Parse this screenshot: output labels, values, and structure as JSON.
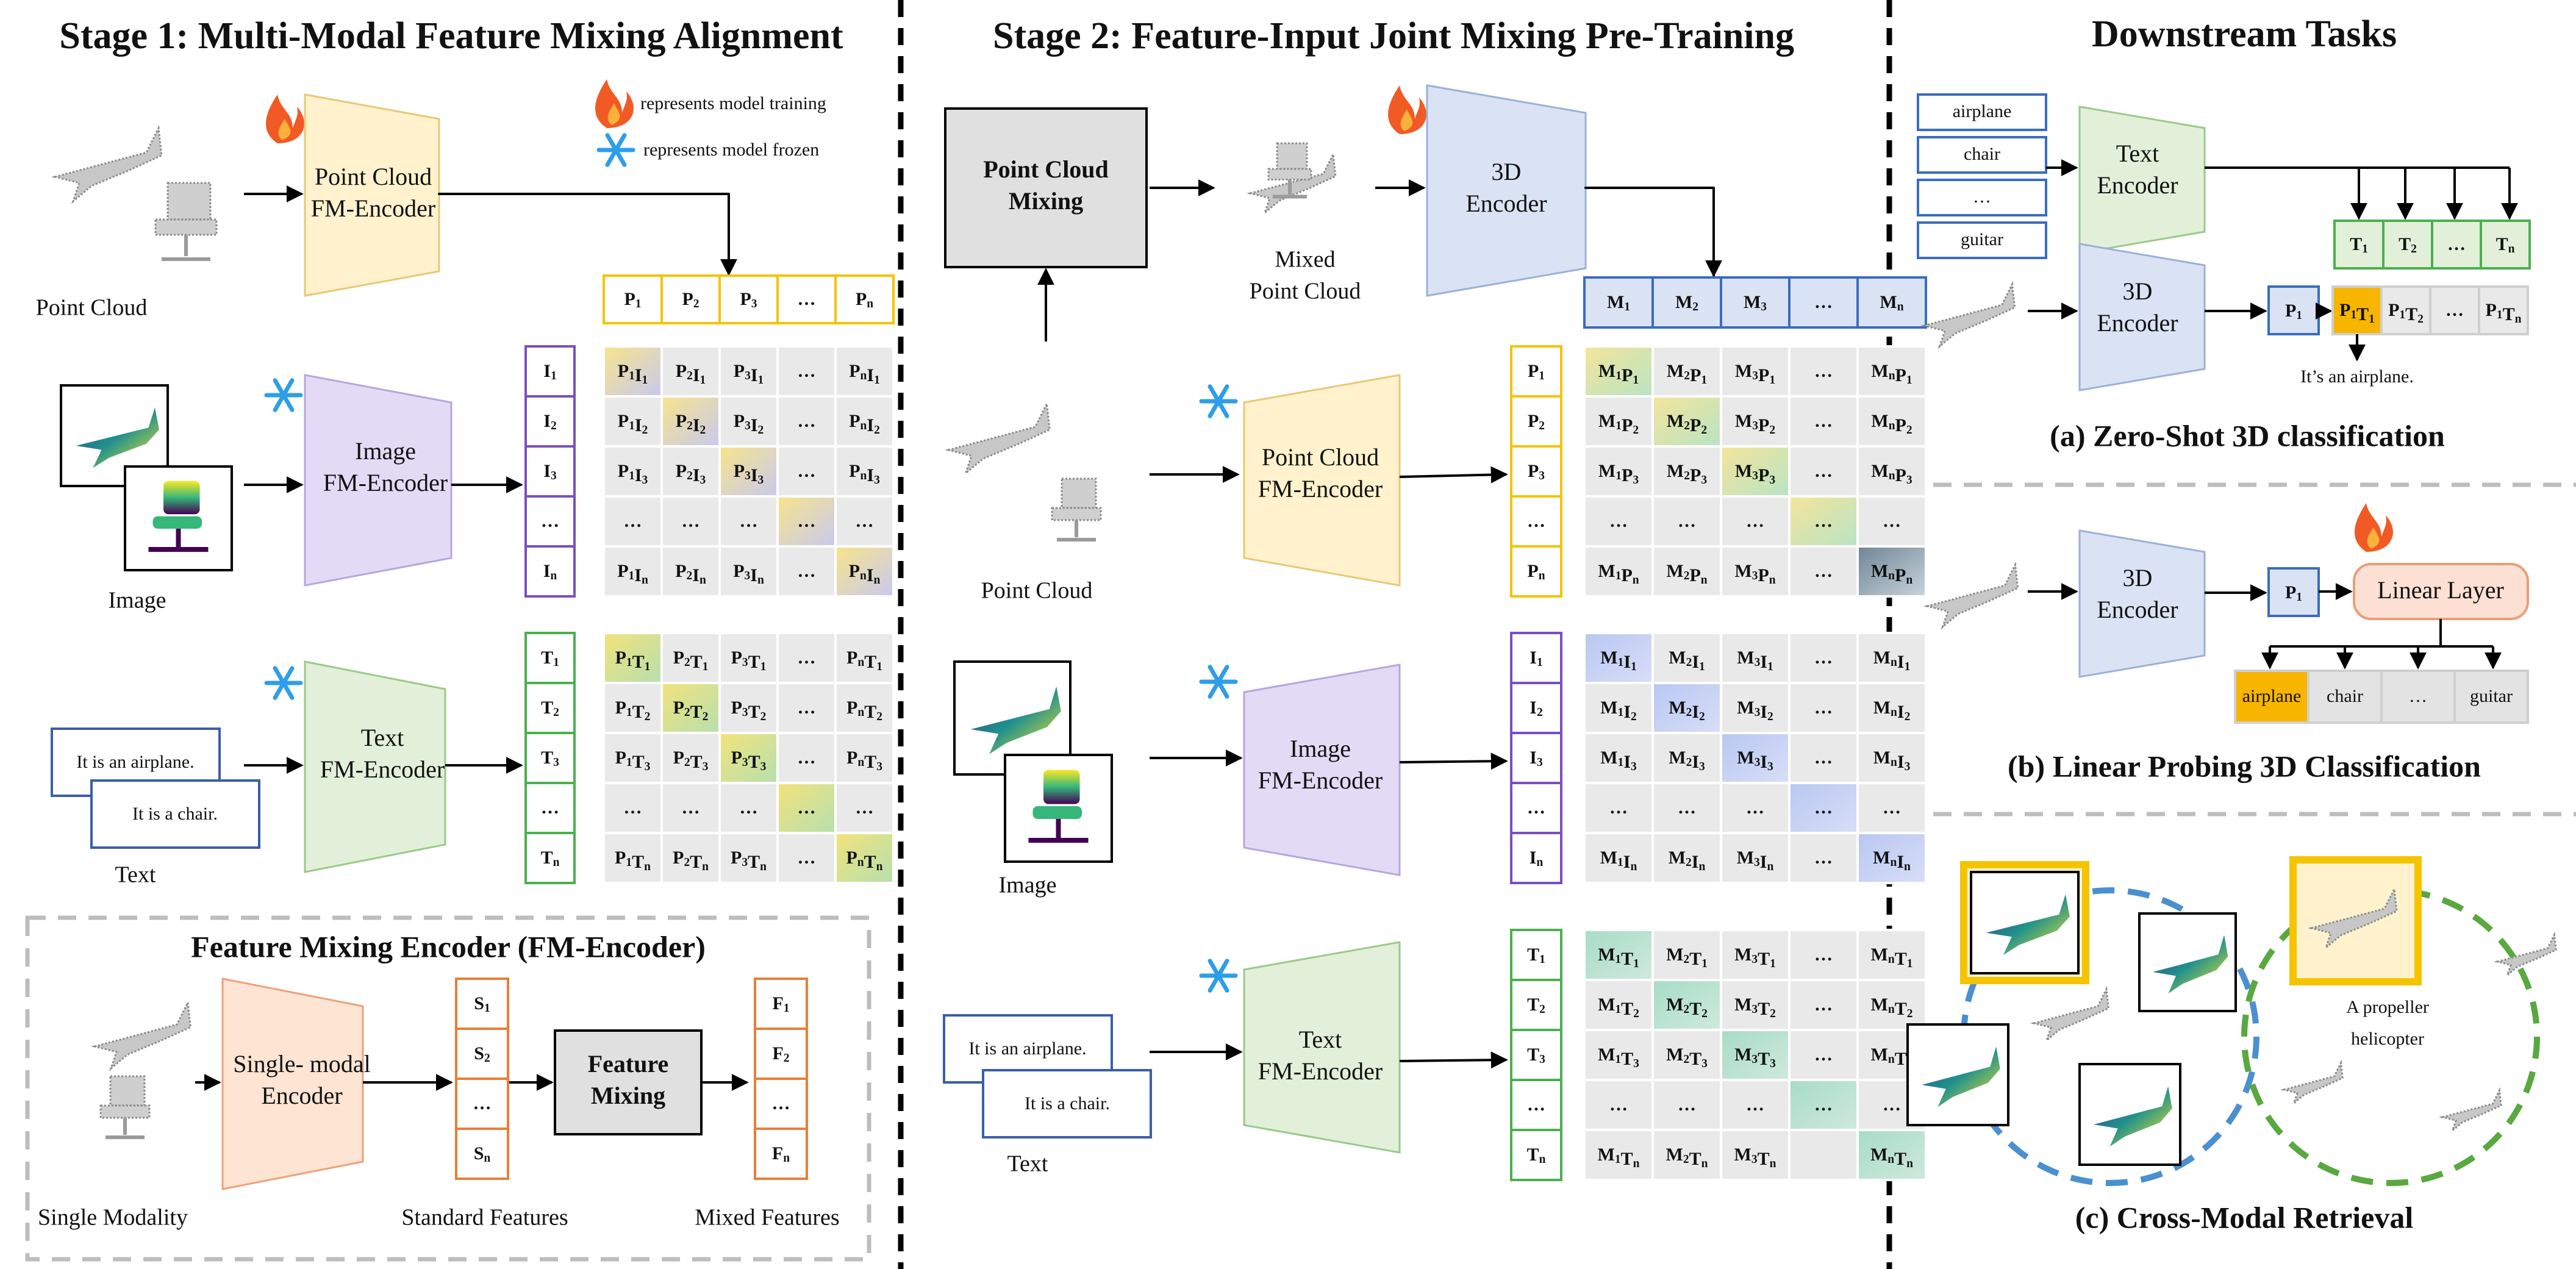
{
  "stage1": {
    "title": "Stage 1: Multi-Modal Feature Mixing Alignment",
    "legend_training": "represents model training",
    "legend_frozen": "represents model frozen",
    "point_cloud_label": "Point Cloud",
    "image_label": "Image",
    "text_label": "Text",
    "text_sample_1": "It is an airplane.",
    "text_sample_2": "It is a chair.",
    "pc_encoder": [
      "Point Cloud",
      "FM-Encoder"
    ],
    "img_encoder": [
      "Image",
      "FM-Encoder"
    ],
    "txt_encoder": [
      "Text",
      "FM-Encoder"
    ],
    "p_row": [
      "P1",
      "P2",
      "P3",
      "…",
      "Pn"
    ],
    "i_col": [
      "I1",
      "I2",
      "I3",
      "…",
      "In"
    ],
    "t_col": [
      "T1",
      "T2",
      "T3",
      "…",
      "Tn"
    ],
    "pi_matrix": [
      [
        "P1I1",
        "P2I1",
        "P3I1",
        "…",
        "PnI1"
      ],
      [
        "P1I2",
        "P2I2",
        "P3I2",
        "…",
        "PnI2"
      ],
      [
        "P1I3",
        "P2I3",
        "P3I3",
        "…",
        "PnI3"
      ],
      [
        "…",
        "…",
        "…",
        "…",
        "…"
      ],
      [
        "P1In",
        "P2In",
        "P3In",
        "…",
        "PnIn"
      ]
    ],
    "pt_matrix": [
      [
        "P1T1",
        "P2T1",
        "P3T1",
        "…",
        "PnT1"
      ],
      [
        "P1T2",
        "P2T2",
        "P3T2",
        "…",
        "PnT2"
      ],
      [
        "P1T3",
        "P2T3",
        "P3T3",
        "…",
        "PnT3"
      ],
      [
        "…",
        "…",
        "…",
        "…",
        "…"
      ],
      [
        "P1Tn",
        "P2Tn",
        "P3Tn",
        "…",
        "PnTn"
      ]
    ]
  },
  "fm_encoder": {
    "title": "Feature Mixing Encoder (FM-Encoder)",
    "single_modality": "Single Modality",
    "encoder": [
      "Single- modal",
      "Encoder"
    ],
    "standard_features": "Standard Features",
    "feature_mixing": [
      "Feature",
      "Mixing"
    ],
    "mixed_features": "Mixed Features",
    "s_col": [
      "S1",
      "S2",
      "…",
      "Sn"
    ],
    "f_col": [
      "F1",
      "F2",
      "…",
      "Fn"
    ]
  },
  "stage2": {
    "title": "Stage 2: Feature-Input Joint Mixing Pre-Training",
    "mixing_box": [
      "Point Cloud",
      "Mixing"
    ],
    "mixed_pc_label": [
      "Mixed",
      "Point Cloud"
    ],
    "encoder_3d": [
      "3D",
      "Encoder"
    ],
    "point_cloud_label": "Point Cloud",
    "image_label": "Image",
    "text_label": "Text",
    "text_sample_1": "It is an airplane.",
    "text_sample_2": "It is a chair.",
    "pc_encoder": [
      "Point Cloud",
      "FM-Encoder"
    ],
    "img_encoder": [
      "Image",
      "FM-Encoder"
    ],
    "txt_encoder": [
      "Text",
      "FM-Encoder"
    ],
    "m_row": [
      "M1",
      "M2",
      "M3",
      "…",
      "Mn"
    ],
    "p_col": [
      "P1",
      "P2",
      "P3",
      "…",
      "Pn"
    ],
    "i_col": [
      "I1",
      "I2",
      "I3",
      "…",
      "In"
    ],
    "t_col": [
      "T1",
      "T2",
      "T3",
      "…",
      "Tn"
    ],
    "mp_matrix": [
      [
        "M1P1",
        "M2P1",
        "M3P1",
        "…",
        "MnP1"
      ],
      [
        "M1P2",
        "M2P2",
        "M3P2",
        "…",
        "MnP2"
      ],
      [
        "M1P3",
        "M2P3",
        "M3P3",
        "…",
        "MnP3"
      ],
      [
        "…",
        "…",
        "…",
        "…",
        "…"
      ],
      [
        "M1Pn",
        "M2Pn",
        "M3Pn",
        "…",
        "MnPn"
      ]
    ],
    "mi_matrix": [
      [
        "M1I1",
        "M2I1",
        "M3I1",
        "…",
        "MnI1"
      ],
      [
        "M1I2",
        "M2I2",
        "M3I2",
        "…",
        "MnI2"
      ],
      [
        "M1I3",
        "M2I3",
        "M3I3",
        "…",
        "MnI3"
      ],
      [
        "…",
        "…",
        "…",
        "…",
        "…"
      ],
      [
        "M1In",
        "M2In",
        "M3In",
        "…",
        "MnIn"
      ]
    ],
    "mt_matrix": [
      [
        "M1T1",
        "M2T1",
        "M3T1",
        "…",
        "MnT1"
      ],
      [
        "M1T2",
        "M2T2",
        "M3T2",
        "…",
        "MnT2"
      ],
      [
        "M1T3",
        "M2T3",
        "M3T3",
        "…",
        "MnT3"
      ],
      [
        "…",
        "…",
        "…",
        "…",
        "…"
      ],
      [
        "M1Tn",
        "M2Tn",
        "M3Tn",
        "",
        "MnTn"
      ]
    ]
  },
  "downstream": {
    "title": "Downstream Tasks",
    "class_labels": [
      "airplane",
      "chair",
      "…",
      "guitar"
    ],
    "text_encoder": [
      "Text",
      "Encoder"
    ],
    "encoder_3d": [
      "3D",
      "Encoder"
    ],
    "t_row": [
      "T1",
      "T2",
      "…",
      "Tn"
    ],
    "p_label": "P1",
    "pt_row": [
      "P1T1",
      "P1T2",
      "…",
      "P1Tn"
    ],
    "result": "It’s an airplane.",
    "zero_shot_caption": "(a) Zero-Shot 3D classification",
    "linear_layer": "Linear Layer",
    "probe_classes": [
      "airplane",
      "chair",
      "…",
      "guitar"
    ],
    "linear_caption": "(b) Linear Probing 3D Classification",
    "retrieval_text": [
      "A propeller",
      "helicopter"
    ],
    "retrieval_caption": "(c) Cross-Modal Retrieval"
  },
  "colors": {
    "yellow": "#f5c400",
    "purple": "#7a4fbf",
    "green": "#4caf50",
    "blue": "#3b6cc0",
    "orange": "#ea7e3a",
    "enc_yellow": "#fff2cc",
    "enc_purple": "#e3dbf5",
    "enc_green": "#e2f0d9",
    "enc_blue": "#dae3f3",
    "enc_peach": "#fde4d3",
    "cell_grey": "#e9e9e9"
  }
}
